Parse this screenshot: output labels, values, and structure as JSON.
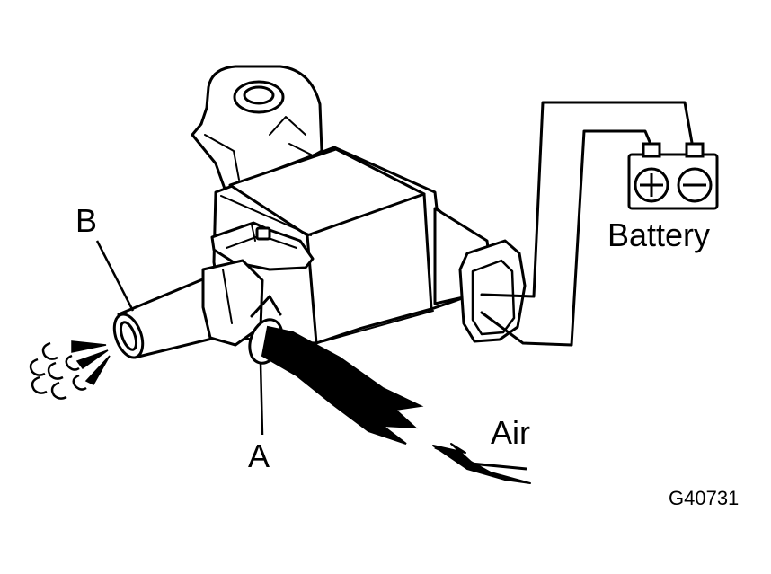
{
  "labels": {
    "port_b": "B",
    "port_a": "A",
    "battery": "Battery",
    "air": "Air",
    "figure_code": "G40731"
  },
  "battery_terminals": {
    "positive_symbol": "+",
    "negative_symbol": "−"
  }
}
